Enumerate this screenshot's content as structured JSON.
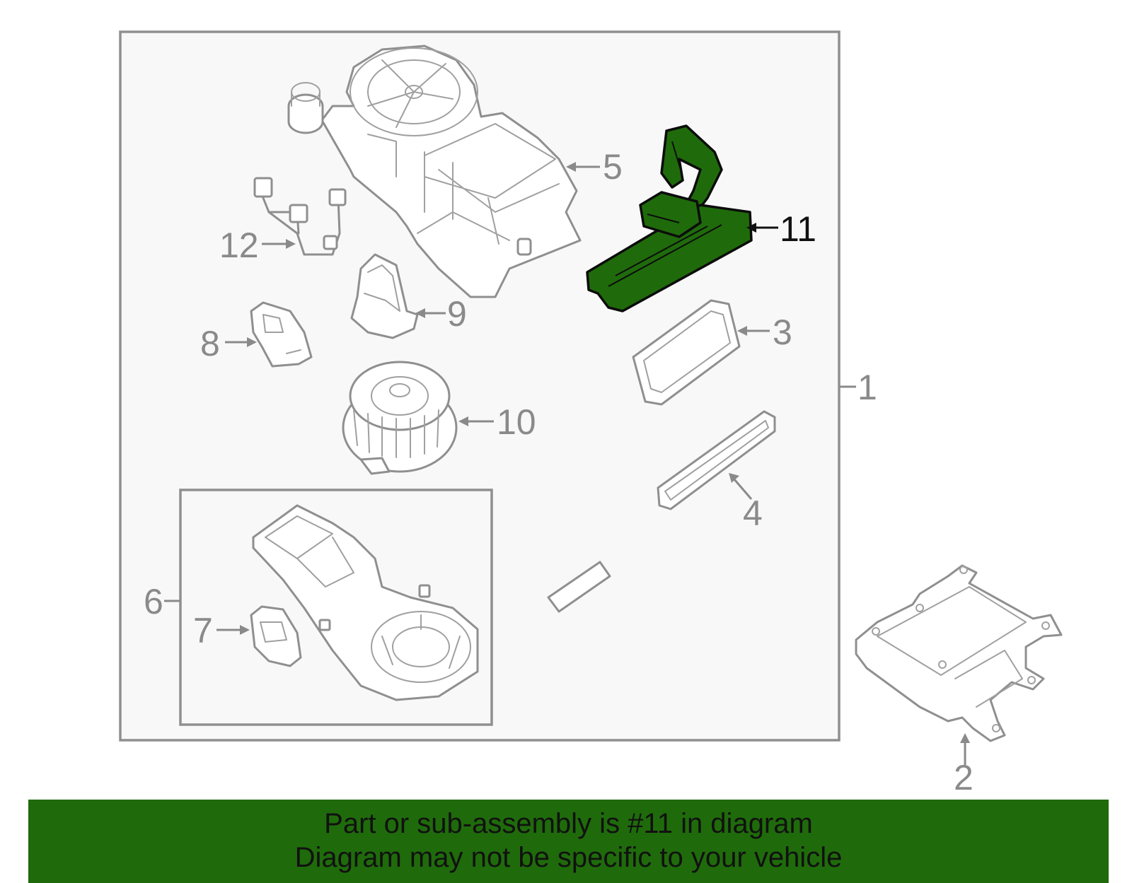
{
  "callouts": {
    "c1": "1",
    "c2": "2",
    "c3": "3",
    "c4": "4",
    "c5": "5",
    "c6": "6",
    "c7": "7",
    "c8": "8",
    "c9": "9",
    "c10": "10",
    "c11": "11",
    "c12": "12"
  },
  "highlighted_part": "11",
  "colors": {
    "highlight_fill": "#1f6b0b",
    "banner_bg": "#1f6b0b",
    "assembly_bg": "#f8f8f8",
    "line_gray": "#8a8a8a"
  },
  "banner": {
    "line1": "Part or sub-assembly is #11 in diagram",
    "line2": "Diagram may not be specific to your vehicle"
  }
}
